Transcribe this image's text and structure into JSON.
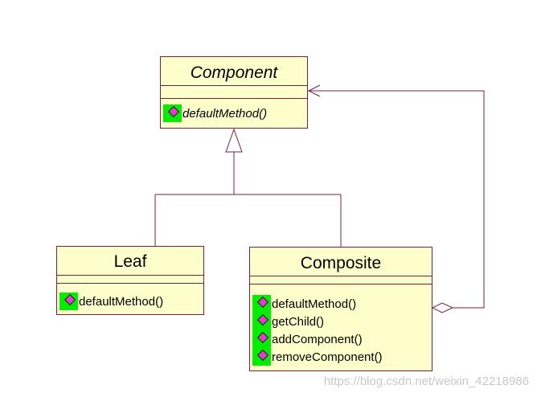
{
  "diagram": {
    "component": {
      "name": "Component",
      "operations": [
        "defaultMethod()"
      ]
    },
    "leaf": {
      "name": "Leaf",
      "operations": [
        "defaultMethod()"
      ]
    },
    "composite": {
      "name": "Composite",
      "operations": [
        "defaultMethod()",
        "getChild()",
        "addComponent()",
        "removeComponent()"
      ]
    },
    "relationships": [
      {
        "type": "generalization",
        "from": "Leaf",
        "to": "Component"
      },
      {
        "type": "generalization",
        "from": "Composite",
        "to": "Component"
      },
      {
        "type": "aggregation",
        "from": "Composite",
        "to": "Component"
      }
    ],
    "watermark": "https://blog.csdn.net/weixin_42218986"
  },
  "colors": {
    "class_fill": "#ffffcc",
    "class_border": "#7a1f3d",
    "icon_green": "#00ee00",
    "icon_magenta": "#e040c8"
  }
}
